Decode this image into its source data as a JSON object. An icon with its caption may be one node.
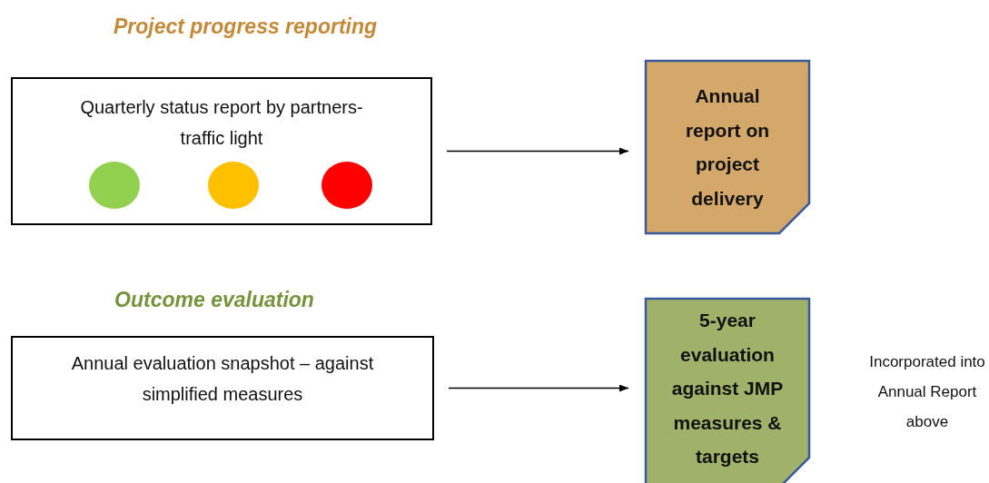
{
  "diagram": {
    "nodes": [
      {
        "text": [
          "Quarterly status report by partners- traffic light"
        ]
      },
      {
        "text": [],
        "shape": "circle",
        "in": 0
      },
      {
        "text": [],
        "shape": "circle",
        "in": 0
      },
      {
        "text": [],
        "shape": "circle",
        "in": 0
      },
      {
        "text": [
          "Annual report on project delivery"
        ]
      },
      {
        "text": [
          "Annual evaluation snapshot – against simplified measures"
        ]
      },
      {
        "text": [
          "5-year evaluation against JMP measures & targets"
        ],
        "beside": [
          "Incorporated into Annual Report above"
        ]
      }
    ],
    "edges": [
      {
        "from": 0,
        "to": 4,
        "arrow": "to"
      },
      {
        "from": 5,
        "to": 6,
        "arrow": "to"
      }
    ],
    "labels": [
      "Project progress reporting",
      "Outcome evaluation"
    ]
  }
}
